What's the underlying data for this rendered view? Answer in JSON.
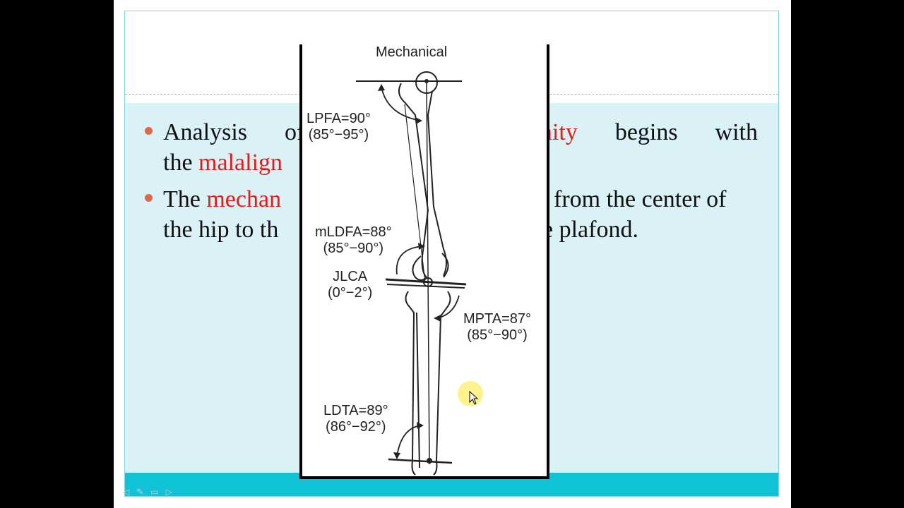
{
  "bullets": [
    {
      "line1": {
        "w1": "Analysis",
        "w2": "of",
        "w3_red": "ormity",
        "w4": "begins",
        "w5": "with"
      },
      "line2": {
        "t1": "the ",
        "t2_red": "malalign"
      }
    },
    {
      "line1": {
        "t1": "The ",
        "t2_red": "mechan",
        "t3": "from the center of"
      },
      "line2": {
        "t1": "the hip to th",
        "t2": "e plafond."
      }
    }
  ],
  "figure": {
    "title": "Mechanical",
    "lpfa": {
      "name": "LPFA=90°",
      "range": "(85°−95°)"
    },
    "mldfa": {
      "name": "mLDFA=88°",
      "range": "(85°−90°)"
    },
    "jlca": {
      "name": "JLCA",
      "range": "(0°−2°)"
    },
    "mpta": {
      "name": "MPTA=87°",
      "range": "(85°−90°)"
    },
    "ldta": {
      "name": "LDTA=89°",
      "range": "(86°−92°)"
    }
  },
  "colors": {
    "accent_red": "#e41b17",
    "bullet_dot": "#e0674b",
    "content_bg": "#daf1f6",
    "bottom_bar": "#10c3d6"
  },
  "icons": [
    "cursor-pointer-icon",
    "slideshow-prev-icon",
    "slideshow-pen-icon",
    "slideshow-menu-icon",
    "slideshow-next-icon"
  ]
}
